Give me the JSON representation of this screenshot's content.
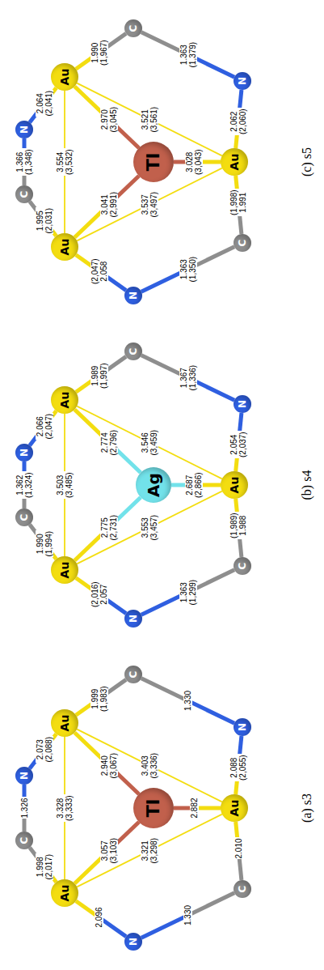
{
  "diagram": {
    "nodes": [
      {
        "text": [
          "Au"
        ]
      },
      {
        "text": [
          "Au"
        ]
      },
      {
        "text": [
          "Au"
        ]
      },
      {
        "text": [
          "Tl"
        ]
      },
      {
        "text": [
          "C"
        ]
      },
      {
        "text": [
          "N"
        ]
      },
      {
        "text": [
          "C"
        ]
      },
      {
        "text": [
          "N"
        ]
      },
      {
        "text": [
          "C"
        ]
      },
      {
        "text": [
          "N"
        ]
      },
      {
        "text": [
          "Au"
        ]
      },
      {
        "text": [
          "Au"
        ]
      },
      {
        "text": [
          "Au"
        ]
      },
      {
        "text": [
          "Ag"
        ]
      },
      {
        "text": [
          "C"
        ]
      },
      {
        "text": [
          "N"
        ]
      },
      {
        "text": [
          "C"
        ]
      },
      {
        "text": [
          "N"
        ]
      },
      {
        "text": [
          "C"
        ]
      },
      {
        "text": [
          "N"
        ]
      },
      {
        "text": [
          "Au"
        ]
      },
      {
        "text": [
          "Au"
        ]
      },
      {
        "text": [
          "Au"
        ]
      },
      {
        "text": [
          "Tl"
        ]
      },
      {
        "text": [
          "C"
        ]
      },
      {
        "text": [
          "N"
        ]
      },
      {
        "text": [
          "C"
        ]
      },
      {
        "text": [
          "N"
        ]
      },
      {
        "text": [
          "C"
        ]
      },
      {
        "text": [
          "N"
        ]
      }
    ],
    "edges": [
      {
        "from": 0,
        "to": 4,
        "arrow": "none",
        "label": "1.998 (2,017)"
      },
      {
        "from": 4,
        "to": 5,
        "arrow": "none",
        "label": "1.326"
      },
      {
        "from": 5,
        "to": 1,
        "arrow": "none",
        "label": "2.073 (2,088)"
      },
      {
        "from": 1,
        "to": 6,
        "arrow": "none",
        "label": "1.999 (1,983)"
      },
      {
        "from": 6,
        "to": 7,
        "arrow": "none",
        "label": "1.330"
      },
      {
        "from": 7,
        "to": 2,
        "arrow": "none",
        "label": "2.088 (2,055)"
      },
      {
        "from": 2,
        "to": 8,
        "arrow": "none",
        "label": "2.010"
      },
      {
        "from": 8,
        "to": 9,
        "arrow": "none",
        "label": "1.330"
      },
      {
        "from": 9,
        "to": 0,
        "arrow": "none",
        "label": "2.096"
      },
      {
        "from": 0,
        "to": 1,
        "arrow": "none",
        "label": "3.328 (3,333)"
      },
      {
        "from": 1,
        "to": 2,
        "arrow": "none",
        "label": "3.403 (3,336)"
      },
      {
        "from": 2,
        "to": 0,
        "arrow": "none",
        "label": "3.321 (3,298)"
      },
      {
        "from": 3,
        "to": 0,
        "arrow": "none",
        "label": "3.057 (3,103)"
      },
      {
        "from": 3,
        "to": 1,
        "arrow": "none",
        "label": "2.940 (3,067)"
      },
      {
        "from": 3,
        "to": 2,
        "arrow": "none",
        "label": "2.882"
      },
      {
        "from": 10,
        "to": 14,
        "arrow": "none",
        "label": "1.990 (1,994)"
      },
      {
        "from": 14,
        "to": 15,
        "arrow": "none",
        "label": "1.362 (1,324)"
      },
      {
        "from": 15,
        "to": 11,
        "arrow": "none",
        "label": "2.066 (2,047)"
      },
      {
        "from": 11,
        "to": 16,
        "arrow": "none",
        "label": "1.989 (1,997)"
      },
      {
        "from": 16,
        "to": 17,
        "arrow": "none",
        "label": "1.367 (1,336)"
      },
      {
        "from": 17,
        "to": 12,
        "arrow": "none",
        "label": "2.054 (2,037)"
      },
      {
        "from": 12,
        "to": 18,
        "arrow": "none",
        "label": "(1,989) 1.988"
      },
      {
        "from": 18,
        "to": 19,
        "arrow": "none",
        "label": "1.363 (1,299)"
      },
      {
        "from": 19,
        "to": 10,
        "arrow": "none",
        "label": "(2,016) 2.057"
      },
      {
        "from": 10,
        "to": 11,
        "arrow": "none",
        "label": "3.503 (3,485)"
      },
      {
        "from": 11,
        "to": 12,
        "arrow": "none",
        "label": "3.546 (3,459)"
      },
      {
        "from": 12,
        "to": 10,
        "arrow": "none",
        "label": "3.553 (3,457)"
      },
      {
        "from": 13,
        "to": 10,
        "arrow": "none",
        "label": "2.775 (2,731)"
      },
      {
        "from": 13,
        "to": 11,
        "arrow": "none",
        "label": "2.774 (2,796)"
      },
      {
        "from": 13,
        "to": 12,
        "arrow": "none",
        "label": "2.687 (2,866)"
      },
      {
        "from": 20,
        "to": 24,
        "arrow": "none",
        "label": "1.995 (2,031)"
      },
      {
        "from": 24,
        "to": 25,
        "arrow": "none",
        "label": "1.366 (1,348)"
      },
      {
        "from": 25,
        "to": 21,
        "arrow": "none",
        "label": "2.064 (2,041)"
      },
      {
        "from": 21,
        "to": 26,
        "arrow": "none",
        "label": "1.990 (1,967)"
      },
      {
        "from": 26,
        "to": 27,
        "arrow": "none",
        "label": "1.363 (1,379)"
      },
      {
        "from": 27,
        "to": 22,
        "arrow": "none",
        "label": "2.062 (2,060)"
      },
      {
        "from": 22,
        "to": 28,
        "arrow": "none",
        "label": "(1,998) 1.991"
      },
      {
        "from": 28,
        "to": 29,
        "arrow": "none",
        "label": "1.363 (1,350)"
      },
      {
        "from": 29,
        "to": 20,
        "arrow": "none",
        "label": "(2,047) 2.058"
      },
      {
        "from": 20,
        "to": 21,
        "arrow": "none",
        "label": "3.554 (3,532)"
      },
      {
        "from": 21,
        "to": 22,
        "arrow": "none",
        "label": "3.521 (3,561)"
      },
      {
        "from": 22,
        "to": 20,
        "arrow": "none",
        "label": "3.537 (3,497)"
      },
      {
        "from": 23,
        "to": 20,
        "arrow": "none",
        "label": "3.041 (2,991)"
      },
      {
        "from": 23,
        "to": 21,
        "arrow": "none",
        "label": "2.970 (3,045)"
      },
      {
        "from": 23,
        "to": 22,
        "arrow": "none",
        "label": "3.028 (3,043)"
      }
    ],
    "labels": [
      "(a) s3",
      "(b) s4",
      "(c) s5"
    ]
  }
}
